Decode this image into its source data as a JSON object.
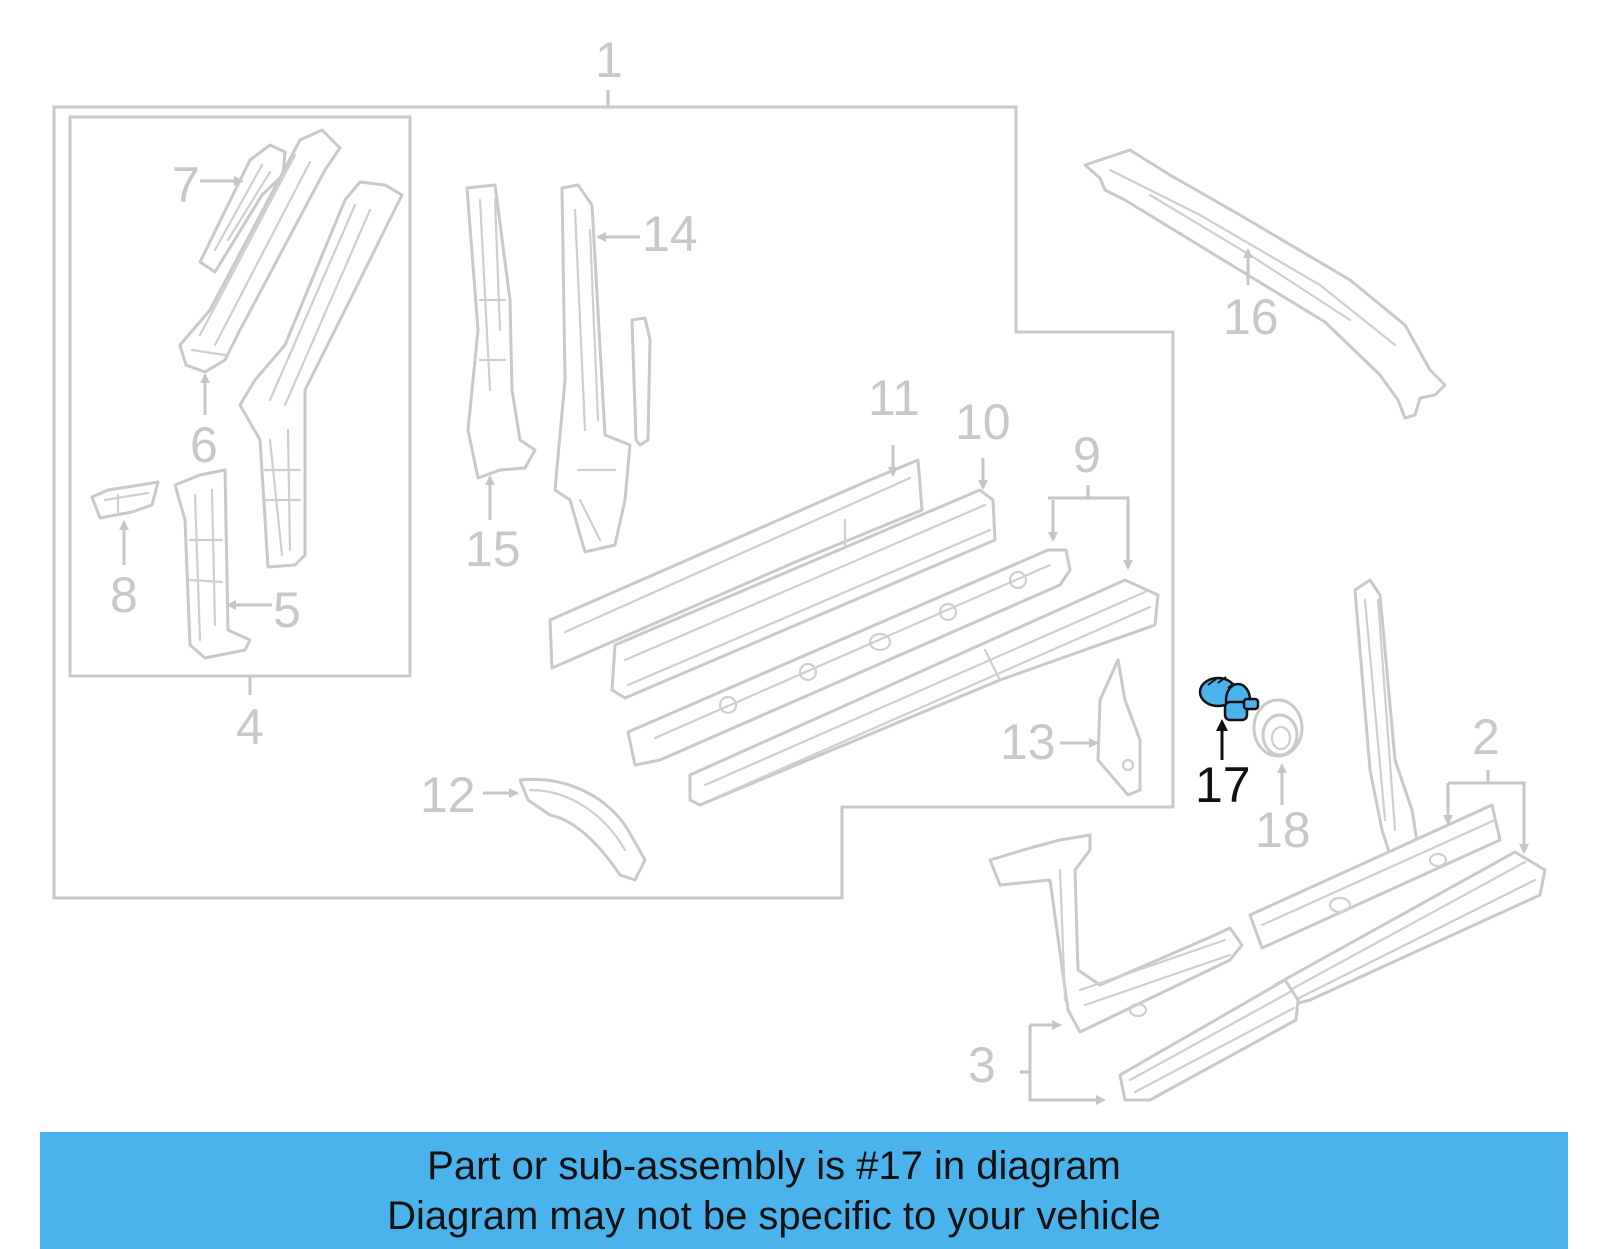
{
  "diagram": {
    "callouts": [
      "1",
      "2",
      "3",
      "4",
      "5",
      "6",
      "7",
      "8",
      "9",
      "10",
      "11",
      "12",
      "13",
      "14",
      "15",
      "16",
      "17",
      "18"
    ],
    "highlighted_callout": "17",
    "highlight_color": "#4bb3ec",
    "line_color": "#c9c9c9"
  },
  "banner": {
    "line1": "Part or sub-assembly is #17 in diagram",
    "line2": "Diagram may not be specific to your vehicle",
    "background": "#4bb3ec"
  }
}
